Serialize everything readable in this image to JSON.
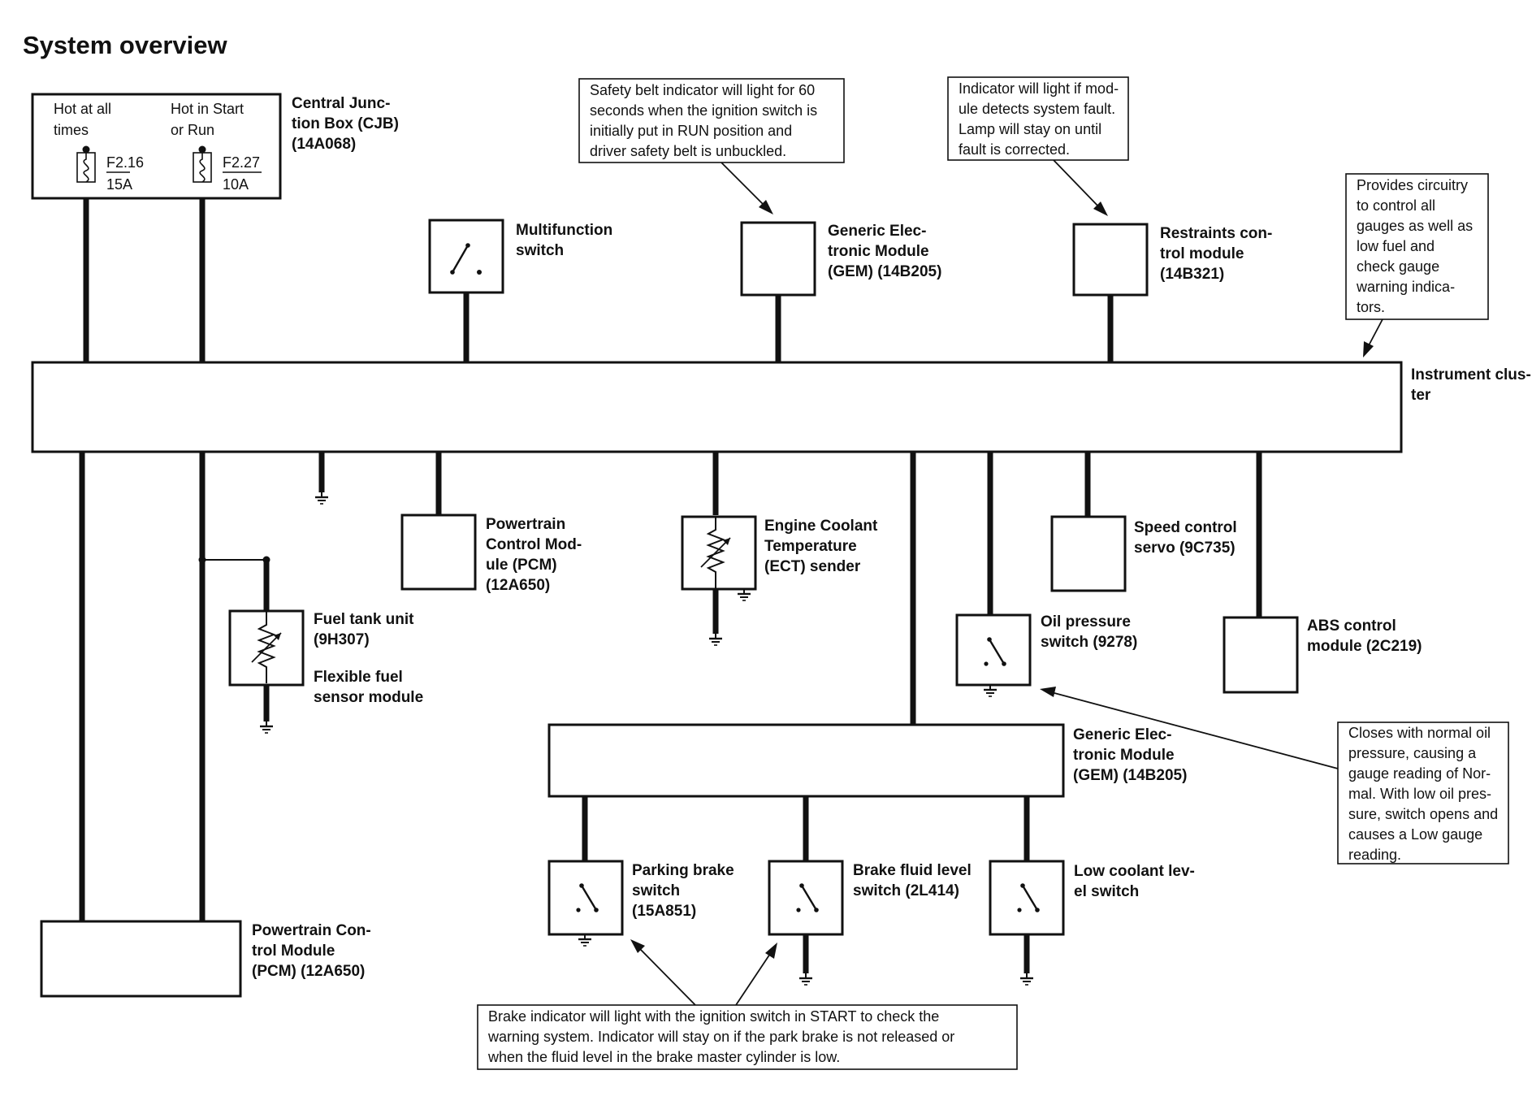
{
  "title": "System overview",
  "cjb": {
    "left": [
      "Hot at all",
      "times"
    ],
    "right": [
      "Hot in Start",
      "or Run"
    ],
    "fuse1": {
      "id": "F2.16",
      "amps": "15A"
    },
    "fuse2": {
      "id": "F2.27",
      "amps": "10A"
    },
    "label": [
      "Central Junc-",
      "tion Box (CJB)",
      "(14A068)"
    ]
  },
  "components": {
    "multifunction": [
      "Multifunction",
      "switch"
    ],
    "gem_top": [
      "Generic Elec-",
      "tronic Module",
      "(GEM) (14B205)"
    ],
    "rcm": [
      "Restraints con-",
      "trol module",
      "(14B321)"
    ],
    "cluster": [
      "Instrument clus-",
      "ter"
    ],
    "pcm_mid": [
      "Powertrain",
      "Control Mod-",
      "ule (PCM)",
      "(12A650)"
    ],
    "ect": [
      "Engine Coolant",
      "Temperature",
      "(ECT) sender"
    ],
    "speed": [
      "Speed control",
      "servo (9C735)"
    ],
    "fuel": [
      "Fuel tank unit",
      "(9H307)"
    ],
    "flex": [
      "Flexible fuel",
      "sensor module"
    ],
    "oil": [
      "Oil pressure",
      "switch (9278)"
    ],
    "abs": [
      "ABS control",
      "module (2C219)"
    ],
    "gem_low": [
      "Generic Elec-",
      "tronic Module",
      "(GEM) (14B205)"
    ],
    "parking": [
      "Parking brake",
      "switch",
      "(15A851)"
    ],
    "brakefluid": [
      "Brake fluid level",
      "switch (2L414)"
    ],
    "lowcoolant": [
      "Low coolant lev-",
      "el switch"
    ],
    "pcm_bottom": [
      "Powertrain Con-",
      "trol Module",
      "(PCM) (12A650)"
    ]
  },
  "notes": {
    "belt": [
      "Safety belt indicator will light for 60",
      "seconds when the ignition switch is",
      "initially put in RUN position and",
      "driver safety belt is unbuckled."
    ],
    "fault": [
      "Indicator will light if mod-",
      "ule detects system fault.",
      "Lamp will stay on until",
      "fault is corrected."
    ],
    "gauges": [
      "Provides circuitry",
      "to control all",
      "gauges as well as",
      "low fuel and",
      "check gauge",
      "warning indica-",
      "tors."
    ],
    "oil": [
      "Closes with normal oil",
      "pressure, causing a",
      "gauge reading of Nor-",
      "mal. With low oil pres-",
      "sure, switch opens and",
      "causes a Low gauge",
      "reading."
    ],
    "brake": [
      "Brake indicator will light with the ignition switch in START to check the",
      "warning system. Indicator will stay on if the park brake is not released or",
      "when the fluid level in the brake master cylinder is low."
    ]
  }
}
